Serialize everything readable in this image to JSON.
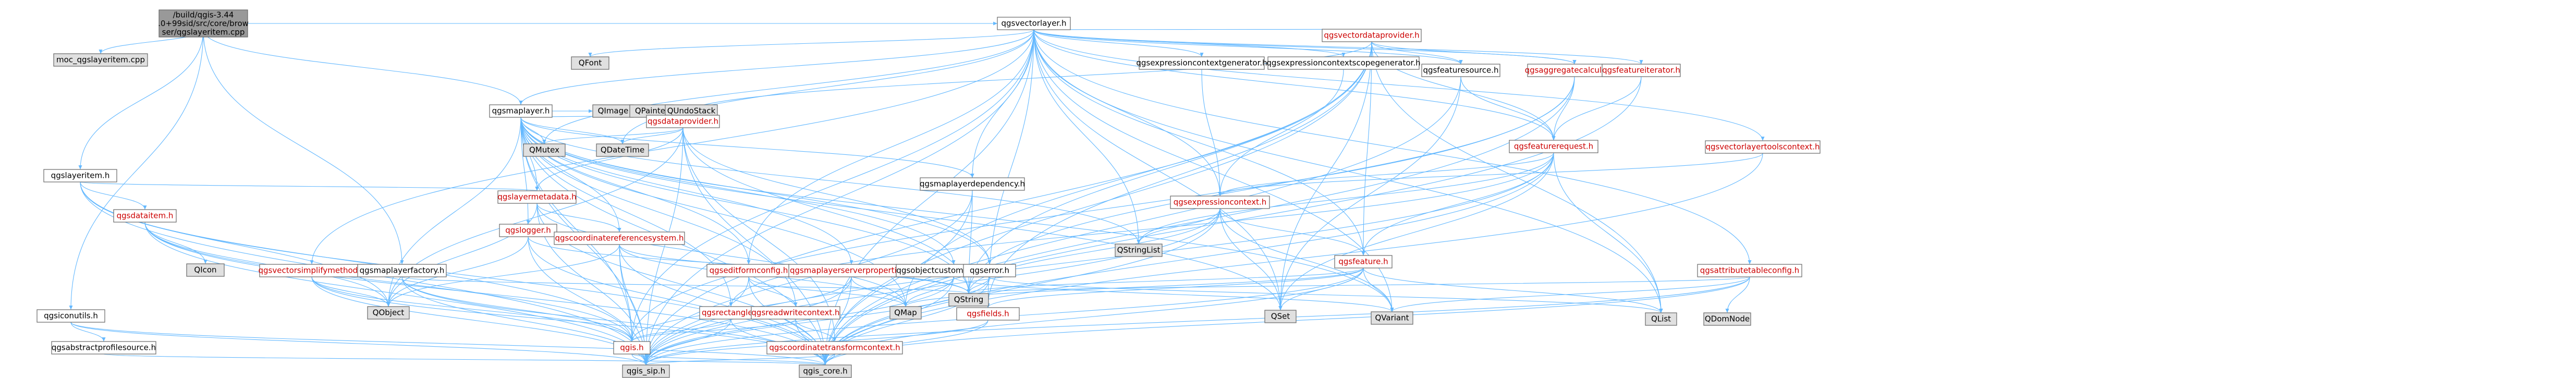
{
  "colors": {
    "root_fill": "#999999",
    "gray_fill": "#e0e0e0",
    "white_fill": "#ffffff",
    "red_text": "#cc0000",
    "black_text": "#000000",
    "edge_stroke": "#63b8ff",
    "border": "#666666"
  },
  "nodes": [
    {
      "id": "root",
      "label": "/build/qgis-3.44.0+99sid/src/core/browser/qgslayeritem.cpp",
      "style": "root"
    },
    {
      "id": "moc",
      "label": "moc_qgslayeritem.cpp",
      "style": "gray"
    },
    {
      "id": "layeritem",
      "label": "qgslayeritem.h",
      "style": "white"
    },
    {
      "id": "dataitem",
      "label": "qgsdataitem.h",
      "style": "red"
    },
    {
      "id": "qicon",
      "label": "QIcon",
      "style": "gray"
    },
    {
      "id": "iconutils",
      "label": "qgsiconutils.h",
      "style": "white"
    },
    {
      "id": "absprofile",
      "label": "qgsabstractprofilesource.h",
      "style": "white"
    },
    {
      "id": "vectorlayer",
      "label": "qgsvectorlayer.h",
      "style": "white"
    },
    {
      "id": "qfont",
      "label": "QFont",
      "style": "gray"
    },
    {
      "id": "maplayer",
      "label": "qgsmaplayer.h",
      "style": "white"
    },
    {
      "id": "qimage",
      "label": "QImage",
      "style": "gray"
    },
    {
      "id": "qpainter",
      "label": "QPainter",
      "style": "gray"
    },
    {
      "id": "qundostack",
      "label": "QUndoStack",
      "style": "gray"
    },
    {
      "id": "qmutex",
      "label": "QMutex",
      "style": "gray"
    },
    {
      "id": "qdatetime",
      "label": "QDateTime",
      "style": "gray"
    },
    {
      "id": "dataprovider",
      "label": "qgsdataprovider.h",
      "style": "red"
    },
    {
      "id": "layermetadata",
      "label": "qgslayermetadata.h",
      "style": "red"
    },
    {
      "id": "logger",
      "label": "qgslogger.h",
      "style": "red"
    },
    {
      "id": "crs",
      "label": "qgscoordinatereferencesystem.h",
      "style": "red"
    },
    {
      "id": "vecsimplify",
      "label": "qgsvectorsimplifymethod.h",
      "style": "red"
    },
    {
      "id": "maplayerfactory",
      "label": "qgsmaplayerfactory.h",
      "style": "white"
    },
    {
      "id": "editformconfig",
      "label": "qgseditformconfig.h",
      "style": "red"
    },
    {
      "id": "mlserverprops",
      "label": "qgsmaplayerserverproperties.h",
      "style": "red"
    },
    {
      "id": "rectangle",
      "label": "qgsrectangle.h",
      "style": "red"
    },
    {
      "id": "readwritectx",
      "label": "qgsreadwritecontext.h",
      "style": "red"
    },
    {
      "id": "qgis",
      "label": "qgis.h",
      "style": "red"
    },
    {
      "id": "coordtransformctx",
      "label": "qgscoordinatetransformcontext.h",
      "style": "red"
    },
    {
      "id": "qgissip",
      "label": "qgis_sip.h",
      "style": "gray"
    },
    {
      "id": "qgiscore",
      "label": "qgis_core.h",
      "style": "gray"
    },
    {
      "id": "qobject",
      "label": "QObject",
      "style": "gray"
    },
    {
      "id": "qmap",
      "label": "QMap",
      "style": "gray"
    },
    {
      "id": "qstring",
      "label": "QString",
      "style": "gray"
    },
    {
      "id": "mldependency",
      "label": "qgsmaplayerdependency.h",
      "style": "white"
    },
    {
      "id": "objcustomprops",
      "label": "qgsobjectcustomproperties.h",
      "style": "white"
    },
    {
      "id": "error",
      "label": "qgserror.h",
      "style": "white"
    },
    {
      "id": "fields",
      "label": "qgsfields.h",
      "style": "red"
    },
    {
      "id": "exprctxgen",
      "label": "qgsexpressioncontextgenerator.h",
      "style": "white"
    },
    {
      "id": "exprctxscopegen",
      "label": "qgsexpressioncontextscopegenerator.h",
      "style": "white"
    },
    {
      "id": "exprctx",
      "label": "qgsexpressioncontext.h",
      "style": "red"
    },
    {
      "id": "qstringlist",
      "label": "QStringList",
      "style": "gray"
    },
    {
      "id": "vecdataprovider",
      "label": "qgsvectordataprovider.h",
      "style": "red"
    },
    {
      "id": "featuresource",
      "label": "qgsfeaturesource.h",
      "style": "white"
    },
    {
      "id": "aggcalc",
      "label": "qgsaggregatecalculator.h",
      "style": "red"
    },
    {
      "id": "featurerequest",
      "label": "qgsfeaturerequest.h",
      "style": "red"
    },
    {
      "id": "feature",
      "label": "qgsfeature.h",
      "style": "red"
    },
    {
      "id": "featureiterator",
      "label": "qgsfeatureiterator.h",
      "style": "red"
    },
    {
      "id": "vltoolsctx",
      "label": "qgsvectorlayertoolscontext.h",
      "style": "red"
    },
    {
      "id": "attrtableconfig",
      "label": "qgsattributetableconfig.h",
      "style": "red"
    },
    {
      "id": "qset",
      "label": "QSet",
      "style": "gray"
    },
    {
      "id": "qvariant",
      "label": "QVariant",
      "style": "gray"
    },
    {
      "id": "qlist",
      "label": "QList",
      "style": "gray"
    },
    {
      "id": "qdomnode",
      "label": "QDomNode",
      "style": "gray"
    }
  ],
  "edges": [
    [
      "root",
      "moc"
    ],
    [
      "root",
      "layeritem"
    ],
    [
      "root",
      "iconutils"
    ],
    [
      "root",
      "vectorlayer"
    ],
    [
      "root",
      "maplayer"
    ],
    [
      "root",
      "maplayerfactory"
    ],
    [
      "layeritem",
      "dataitem"
    ],
    [
      "layeritem",
      "layermetadata"
    ],
    [
      "layeritem",
      "qgiscore"
    ],
    [
      "layeritem",
      "qgissip"
    ],
    [
      "layeritem",
      "qgis"
    ],
    [
      "layeritem",
      "qobject"
    ],
    [
      "dataitem",
      "qicon"
    ],
    [
      "dataitem",
      "qgiscore"
    ],
    [
      "dataitem",
      "qgissip"
    ],
    [
      "dataitem",
      "qgis"
    ],
    [
      "dataitem",
      "qobject"
    ],
    [
      "iconutils",
      "absprofile"
    ],
    [
      "iconutils",
      "qgiscore"
    ],
    [
      "iconutils",
      "qgissip"
    ],
    [
      "absprofile",
      "qgiscore"
    ],
    [
      "vectorlayer",
      "qfont"
    ],
    [
      "vectorlayer",
      "maplayer"
    ],
    [
      "vectorlayer",
      "qmutex"
    ],
    [
      "vectorlayer",
      "vecsimplify"
    ],
    [
      "vectorlayer",
      "editformconfig"
    ],
    [
      "vectorlayer",
      "exprctxgen"
    ],
    [
      "vectorlayer",
      "exprctxscopegen"
    ],
    [
      "vectorlayer",
      "exprctx"
    ],
    [
      "vectorlayer",
      "vecdataprovider"
    ],
    [
      "vectorlayer",
      "featuresource"
    ],
    [
      "vectorlayer",
      "aggcalc"
    ],
    [
      "vectorlayer",
      "featurerequest"
    ],
    [
      "vectorlayer",
      "feature"
    ],
    [
      "vectorlayer",
      "featureiterator"
    ],
    [
      "vectorlayer",
      "vltoolsctx"
    ],
    [
      "vectorlayer",
      "attrtableconfig"
    ],
    [
      "vectorlayer",
      "qgiscore"
    ],
    [
      "vectorlayer",
      "qgissip"
    ],
    [
      "vectorlayer",
      "qset"
    ],
    [
      "vectorlayer",
      "qlist"
    ],
    [
      "vectorlayer",
      "qstringlist"
    ],
    [
      "vectorlayer",
      "qdatetime"
    ],
    [
      "vectorlayer",
      "fields"
    ],
    [
      "vectorlayer",
      "mldependency"
    ],
    [
      "vectorlayer",
      "qgis"
    ],
    [
      "vectorlayer",
      "qvariant"
    ],
    [
      "maplayer",
      "qimage"
    ],
    [
      "maplayer",
      "qpainter"
    ],
    [
      "maplayer",
      "qundostack"
    ],
    [
      "maplayer",
      "qmutex"
    ],
    [
      "maplayer",
      "qdatetime"
    ],
    [
      "maplayer",
      "dataprovider"
    ],
    [
      "maplayer",
      "layermetadata"
    ],
    [
      "maplayer",
      "logger"
    ],
    [
      "maplayer",
      "crs"
    ],
    [
      "maplayer",
      "editformconfig"
    ],
    [
      "maplayer",
      "mlserverprops"
    ],
    [
      "maplayer",
      "rectangle"
    ],
    [
      "maplayer",
      "readwritectx"
    ],
    [
      "maplayer",
      "mldependency"
    ],
    [
      "maplayer",
      "objcustomprops"
    ],
    [
      "maplayer",
      "error"
    ],
    [
      "maplayer",
      "qgiscore"
    ],
    [
      "maplayer",
      "qgissip"
    ],
    [
      "maplayer",
      "qgis"
    ],
    [
      "maplayer",
      "qobject"
    ],
    [
      "maplayer",
      "qset"
    ],
    [
      "maplayer",
      "qmap"
    ],
    [
      "maplayer",
      "qstring"
    ],
    [
      "maplayer",
      "qvariant"
    ],
    [
      "maplayer",
      "qstringlist"
    ],
    [
      "dataprovider",
      "qdatetime"
    ],
    [
      "dataprovider",
      "qmutex"
    ],
    [
      "dataprovider",
      "layermetadata"
    ],
    [
      "dataprovider",
      "error"
    ],
    [
      "dataprovider",
      "coordtransformctx"
    ],
    [
      "dataprovider",
      "qgiscore"
    ],
    [
      "dataprovider",
      "qgissip"
    ],
    [
      "dataprovider",
      "qobject"
    ],
    [
      "dataprovider",
      "qstring"
    ],
    [
      "layermetadata",
      "crs"
    ],
    [
      "layermetadata",
      "qgiscore"
    ],
    [
      "layermetadata",
      "qgissip"
    ],
    [
      "layermetadata",
      "qobject"
    ],
    [
      "layermetadata",
      "qmap"
    ],
    [
      "logger",
      "qgiscore"
    ],
    [
      "logger",
      "qgissip"
    ],
    [
      "logger",
      "qobject"
    ],
    [
      "logger",
      "qstring"
    ],
    [
      "crs",
      "qgis"
    ],
    [
      "crs",
      "qgiscore"
    ],
    [
      "crs",
      "qgissip"
    ],
    [
      "crs",
      "qobject"
    ],
    [
      "crs",
      "qstring"
    ],
    [
      "crs",
      "qmap"
    ],
    [
      "vecsimplify",
      "qgis"
    ],
    [
      "vecsimplify",
      "qgiscore"
    ],
    [
      "vecsimplify",
      "qgissip"
    ],
    [
      "vecsimplify",
      "qobject"
    ],
    [
      "maplayerfactory",
      "qgis"
    ],
    [
      "maplayerfactory",
      "qgiscore"
    ],
    [
      "maplayerfactory",
      "qgissip"
    ],
    [
      "maplayerfactory",
      "qstring"
    ],
    [
      "editformconfig",
      "readwritectx"
    ],
    [
      "editformconfig",
      "qgiscore"
    ],
    [
      "editformconfig",
      "qgissip"
    ],
    [
      "editformconfig",
      "qmap"
    ],
    [
      "mlserverprops",
      "qgiscore"
    ],
    [
      "mlserverprops",
      "qgissip"
    ],
    [
      "mlserverprops",
      "qgis"
    ],
    [
      "mlserverprops",
      "qmap"
    ],
    [
      "rectangle",
      "qgis"
    ],
    [
      "rectangle",
      "qgiscore"
    ],
    [
      "rectangle",
      "qgissip"
    ],
    [
      "readwritectx",
      "coordtransformctx"
    ],
    [
      "readwritectx",
      "qgis"
    ],
    [
      "readwritectx",
      "qgiscore"
    ],
    [
      "coordtransformctx",
      "qgiscore"
    ],
    [
      "coordtransformctx",
      "qgissip"
    ],
    [
      "qgis",
      "qgiscore"
    ],
    [
      "qgis",
      "qgissip"
    ],
    [
      "mldependency",
      "qgiscore"
    ],
    [
      "mldependency",
      "qgissip"
    ],
    [
      "mldependency",
      "qstring"
    ],
    [
      "objcustomprops",
      "qgiscore"
    ],
    [
      "objcustomprops",
      "qgissip"
    ],
    [
      "objcustomprops",
      "qmap"
    ],
    [
      "objcustomprops",
      "qvariant"
    ],
    [
      "error",
      "qgiscore"
    ],
    [
      "error",
      "qgissip"
    ],
    [
      "error",
      "qlist"
    ],
    [
      "error",
      "qstring"
    ],
    [
      "fields",
      "qgiscore"
    ],
    [
      "fields",
      "qgissip"
    ],
    [
      "exprctxgen",
      "exprctx"
    ],
    [
      "exprctxscopegen",
      "exprctx"
    ],
    [
      "exprctx",
      "qgiscore"
    ],
    [
      "exprctx",
      "qgissip"
    ],
    [
      "exprctx",
      "qstringlist"
    ],
    [
      "exprctx",
      "qset"
    ],
    [
      "exprctx",
      "qvariant"
    ],
    [
      "exprctx",
      "qstring"
    ],
    [
      "exprctx",
      "feature"
    ],
    [
      "vecdataprovider",
      "dataprovider"
    ],
    [
      "vecdataprovider",
      "featuresource"
    ],
    [
      "vecdataprovider",
      "aggcalc"
    ],
    [
      "vecdataprovider",
      "featurerequest"
    ],
    [
      "vecdataprovider",
      "feature"
    ],
    [
      "vecdataprovider",
      "fields"
    ],
    [
      "vecdataprovider",
      "qgiscore"
    ],
    [
      "vecdataprovider",
      "qgissip"
    ],
    [
      "vecdataprovider",
      "qset"
    ],
    [
      "vecdataprovider",
      "qlist"
    ],
    [
      "vecdataprovider",
      "qmap"
    ],
    [
      "vecdataprovider",
      "qstring"
    ],
    [
      "featuresource",
      "featurerequest"
    ],
    [
      "featuresource",
      "qgiscore"
    ],
    [
      "featuresource",
      "qset"
    ],
    [
      "aggcalc",
      "featurerequest"
    ],
    [
      "aggcalc",
      "qgiscore"
    ],
    [
      "aggcalc",
      "qgis"
    ],
    [
      "aggcalc",
      "qstring"
    ],
    [
      "featurerequest",
      "exprctx"
    ],
    [
      "featurerequest",
      "feature"
    ],
    [
      "featurerequest",
      "rectangle"
    ],
    [
      "featurerequest",
      "qgiscore"
    ],
    [
      "featurerequest",
      "qgissip"
    ],
    [
      "featurerequest",
      "qlist"
    ],
    [
      "featurerequest",
      "qstringlist"
    ],
    [
      "featurerequest",
      "qset"
    ],
    [
      "feature",
      "fields"
    ],
    [
      "feature",
      "qgiscore"
    ],
    [
      "feature",
      "qgissip"
    ],
    [
      "feature",
      "qmap"
    ],
    [
      "feature",
      "qstring"
    ],
    [
      "feature",
      "qvariant"
    ],
    [
      "feature",
      "qlist"
    ],
    [
      "feature",
      "qset"
    ],
    [
      "featureiterator",
      "featurerequest"
    ],
    [
      "featureiterator",
      "qgiscore"
    ],
    [
      "vltoolsctx",
      "exprctx"
    ],
    [
      "vltoolsctx",
      "qgiscore"
    ],
    [
      "attrtableconfig",
      "qgiscore"
    ],
    [
      "attrtableconfig",
      "qgissip"
    ],
    [
      "attrtableconfig",
      "qvariant"
    ],
    [
      "attrtableconfig",
      "qdomnode"
    ],
    [
      "attrtableconfig",
      "qstring"
    ]
  ]
}
